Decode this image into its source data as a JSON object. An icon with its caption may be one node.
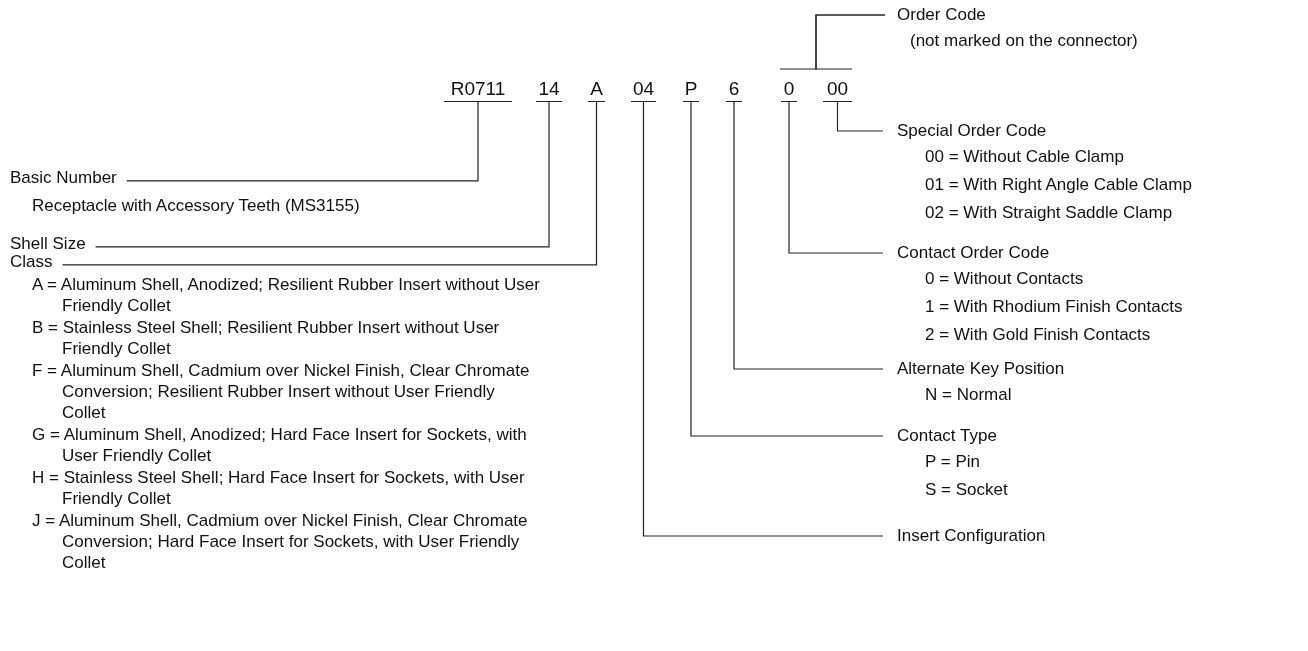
{
  "diagram": {
    "nodes": [
      {
        "text": [
          "R0711"
        ]
      },
      {
        "text": [
          "14"
        ]
      },
      {
        "text": [
          "A"
        ]
      },
      {
        "text": [
          "04"
        ]
      },
      {
        "text": [
          "P"
        ]
      },
      {
        "text": [
          "6"
        ]
      },
      {
        "text": [
          "0"
        ]
      },
      {
        "text": [
          "00"
        ]
      },
      {
        "text": [
          "Order Code",
          "(not marked on the connector)"
        ]
      },
      {
        "text": [
          "Basic Number",
          "Receptacle with Accessory Teeth (MS3155)"
        ]
      },
      {
        "text": [
          "Shell Size"
        ]
      },
      {
        "text": [
          "Class",
          "A = Aluminum Shell, Anodized; Resilient Rubber Insert without User Friendly Collet",
          "B = Stainless Steel Shell; Resilient Rubber Insert without User Friendly Collet",
          "F = Aluminum Shell, Cadmium over Nickel Finish, Clear Chromate Conversion; Resilient Rubber Insert without User Friendly Collet",
          "G = Aluminum Shell, Anodized; Hard Face Insert for Sockets, with User Friendly Collet",
          "H = Stainless Steel Shell; Hard Face Insert for Sockets, with User Friendly Collet",
          "J = Aluminum Shell, Cadmium over Nickel Finish, Clear Chromate Conversion; Hard Face Insert for Sockets, with User Friendly Collet"
        ]
      },
      {
        "text": [
          "Special Order Code",
          "00 = Without Cable Clamp",
          "01 = With Right Angle Cable Clamp",
          "02 = With Straight Saddle Clamp"
        ]
      },
      {
        "text": [
          "Contact Order Code",
          "0 = Without Contacts",
          "1 = With Rhodium Finish Contacts",
          "2 = With Gold Finish Contacts"
        ]
      },
      {
        "text": [
          "Alternate Key Position",
          "N = Normal"
        ]
      },
      {
        "text": [
          "Contact Type",
          "P = Pin",
          "S = Socket"
        ]
      },
      {
        "text": [
          "Insert Configuration"
        ]
      }
    ],
    "edges": [
      {
        "from": 8,
        "to": 6,
        "arrow": "none"
      },
      {
        "from": 8,
        "to": 7,
        "arrow": "none"
      },
      {
        "from": 9,
        "to": 0,
        "arrow": "none"
      },
      {
        "from": 10,
        "to": 1,
        "arrow": "none"
      },
      {
        "from": 11,
        "to": 2,
        "arrow": "none"
      },
      {
        "from": 12,
        "to": 7,
        "arrow": "none"
      },
      {
        "from": 13,
        "to": 6,
        "arrow": "none"
      },
      {
        "from": 14,
        "to": 5,
        "arrow": "none"
      },
      {
        "from": 15,
        "to": 4,
        "arrow": "none"
      },
      {
        "from": 16,
        "to": 3,
        "arrow": "none"
      }
    ]
  }
}
